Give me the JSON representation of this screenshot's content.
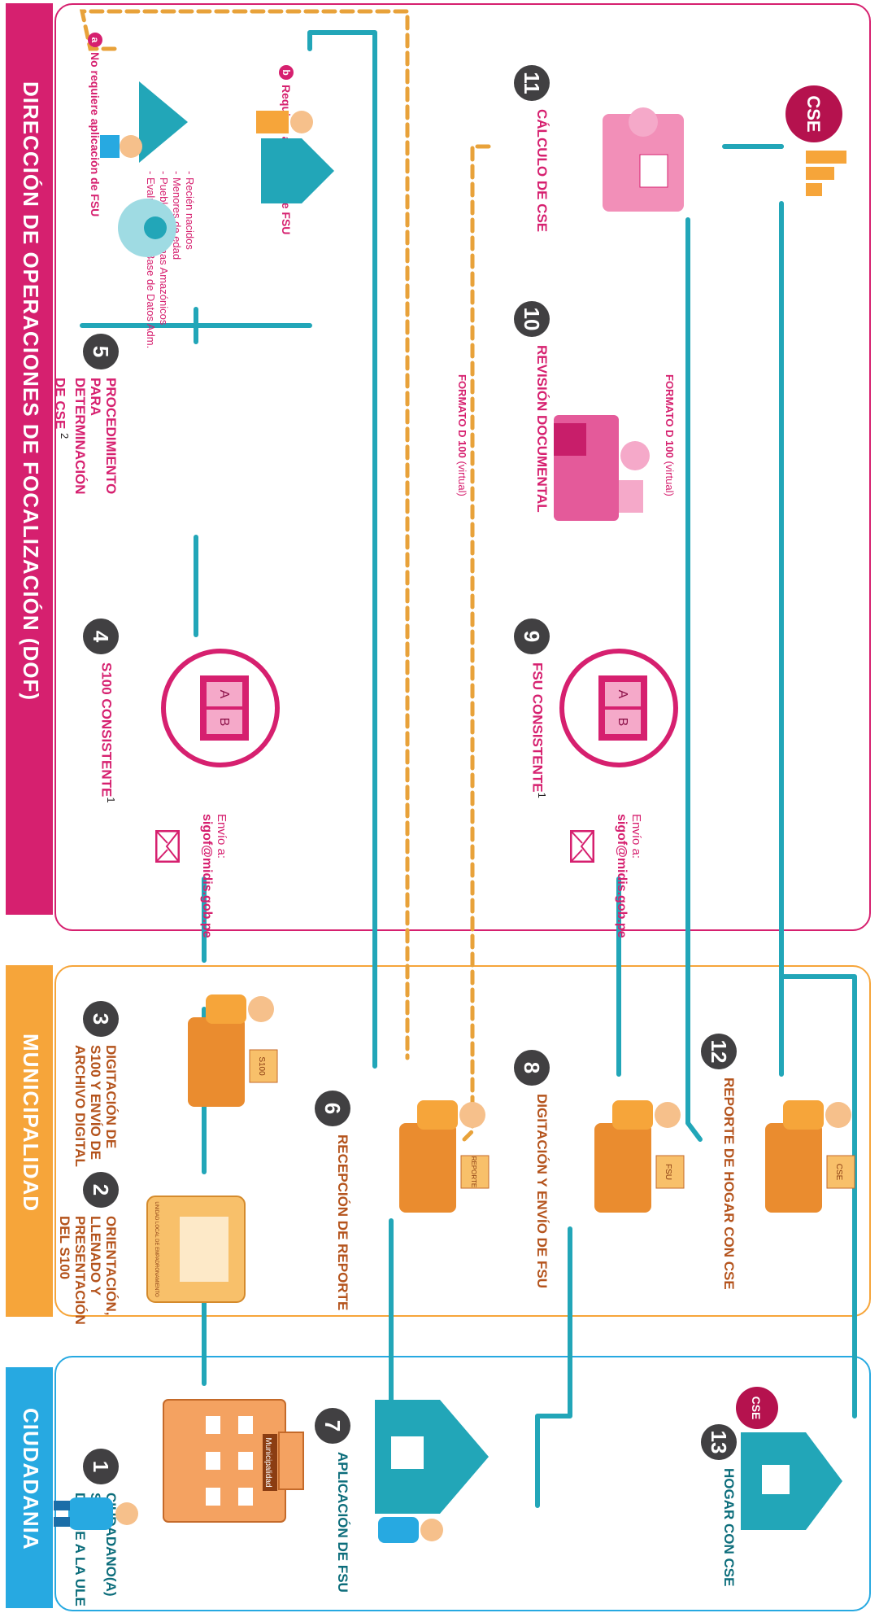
{
  "lanes": {
    "dof": {
      "label": "DIRECCIÓN DE OPERACIONES DE FOCALIZACIÓN (DOF)",
      "color": "#d6206f"
    },
    "municipalidad": {
      "label": "MUNICIPALIDAD",
      "color": "#f6a53a"
    },
    "ciudadania": {
      "label": "CIUDADANIA",
      "color": "#27a9e1"
    }
  },
  "colors": {
    "connector": "#22a6b8",
    "dashed": "#e8a23a",
    "step_badge": "#414042"
  },
  "steps": [
    {
      "num": "1",
      "label": "CIUDADANO(A) SE\nDIRIGE A LA ULE"
    },
    {
      "num": "2",
      "label": "ORIENTACIÓN,\nLLENADO Y\nPRESENTACIÓN\nDEL S100"
    },
    {
      "num": "3",
      "label": "DIGITACIÓN DE\nS100 Y ENVÍO DE\nARCHIVO DIGITAL"
    },
    {
      "num": "4",
      "label": "S100 CONSISTENTE",
      "sup": "1"
    },
    {
      "num": "5",
      "label": "PROCEDIMIENTO\nPARA\nDETERMINACIÓN\nDE CSE",
      "sup": "2"
    },
    {
      "num": "6",
      "label": "RECEPCIÓN DE REPORTE"
    },
    {
      "num": "7",
      "label": "APLICACIÓN DE FSU"
    },
    {
      "num": "8",
      "label": "DIGITACIÓN Y ENVÍO DE FSU"
    },
    {
      "num": "9",
      "label": "FSU CONSISTENTE",
      "sup": "1"
    },
    {
      "num": "10",
      "label": "REVISIÓN DOCUMENTAL"
    },
    {
      "num": "11",
      "label": "CÁLCULO DE CSE"
    },
    {
      "num": "12",
      "label": "REPORTE DE HOGAR CON CSE"
    },
    {
      "num": "13",
      "label": "HOGAR CON CSE"
    }
  ],
  "fsu_options": {
    "a": {
      "letter": "a",
      "title": "No requiere aplicación de FSU"
    },
    "b": {
      "letter": "b",
      "title": "Requiere aplicación de FSU"
    },
    "list": [
      "- Recién nacidos",
      "- Menores de edad",
      "- Pueblos Indígenas Amazónicos",
      "- Evaluación con Base de Datos Adm."
    ]
  },
  "envio": {
    "prefix": "Envío a:",
    "email": "sigof@midis.gob.pe"
  },
  "formato": {
    "main": "FORMATO D 100",
    "virtual": "(virtual)"
  },
  "icon_text": {
    "municipalidad": "Municipalidad",
    "s100": "S100",
    "reporte": "REPORTE",
    "fsu": "FSU",
    "cse": "CSE",
    "ule": "UNIDAD LOCAL DE EMPADRONAMIENTO",
    "a": "A",
    "b": "B"
  }
}
